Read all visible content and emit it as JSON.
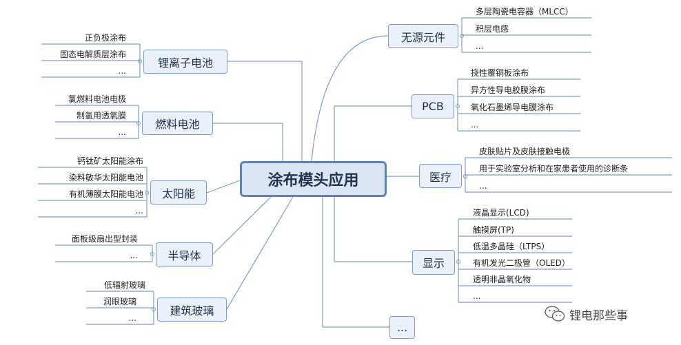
{
  "center": "涂布模头应用",
  "left_branches": [
    {
      "label": "锂离子电池",
      "leaves": [
        "正负极涂布",
        "固态电解质层涂布",
        "..."
      ]
    },
    {
      "label": "燃料电池",
      "leaves": [
        "氯燃料电池电极",
        "制氢用透氧膜",
        "..."
      ]
    },
    {
      "label": "太阳能",
      "leaves": [
        "钙钛矿太阳能涂布",
        "染料敏华太阳能电池",
        "有机薄膜太阳能电池",
        "..."
      ]
    },
    {
      "label": "半导体",
      "leaves": [
        "面板级扇出型封装",
        "..."
      ]
    },
    {
      "label": "建筑玻璃",
      "leaves": [
        "低辐射玻璃",
        "润眼玻璃",
        "..."
      ]
    }
  ],
  "right_branches": [
    {
      "label": "无源元件",
      "leaves": [
        "多层陶瓷电容器（MLCC）",
        "积层电感",
        "..."
      ]
    },
    {
      "label": "PCB",
      "leaves": [
        "挠性覆铜板涂布",
        "异方性导电胶膜涂布",
        "氧化石墨烯导电膜涂布",
        "..."
      ]
    },
    {
      "label": "医疗",
      "leaves": [
        "皮肤贴片及皮肤接触电极",
        "用于实验室分析和在家患者使用的诊断条",
        "..."
      ]
    },
    {
      "label": "显示",
      "leaves": [
        "液晶显示(LCD)",
        "触摸屏(TP)",
        "低温多晶硅（LTPS）",
        "有机发光二极管（OLED）",
        "透明非晶氧化物",
        "..."
      ]
    },
    {
      "label": "...",
      "leaves": []
    }
  ],
  "watermark": "锂电那些事",
  "colors": {
    "line": "#7d9cc4",
    "node_fill": "#eaf1fa",
    "node_border": "#7d9cc4",
    "center_border": "#5f82b3"
  }
}
